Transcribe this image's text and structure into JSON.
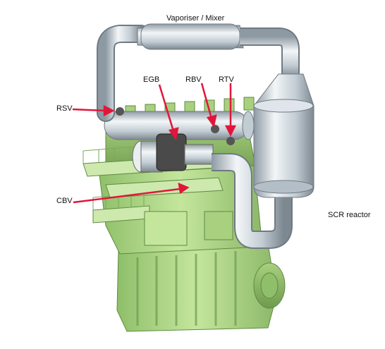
{
  "labels": {
    "vaporiser": "Vaporiser / Mixer",
    "egb": "EGB",
    "rbv": "RBV",
    "rtv": "RTV",
    "rsv": "RSV",
    "cbv": "CBV",
    "scr": "SCR reactor"
  },
  "colors": {
    "engine": "#b5dc8c",
    "engine_dark": "#7fae5c",
    "pipe": "#c9d3da",
    "arrow": "#e0163a"
  }
}
